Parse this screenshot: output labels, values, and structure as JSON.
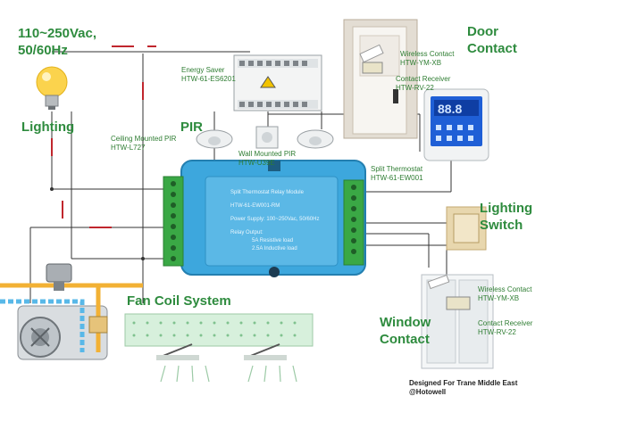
{
  "power": {
    "line1": "110~250Vac,",
    "line2": "50/60Hz"
  },
  "lighting": {
    "label": "Lighting"
  },
  "energy_saver": {
    "name": "Energy Saver",
    "model": "HTW-61-ES6201"
  },
  "pir": {
    "label": "PIR"
  },
  "ceiling_pir": {
    "name": "Ceiling Mounted PIR",
    "model": "HTW-L727"
  },
  "wall_pir": {
    "name": "Wall Mounted PIR",
    "model": "HTW-U39E"
  },
  "door": {
    "line1": "Door",
    "line2": "Contact"
  },
  "door_wireless": {
    "name": "Wireless Contact",
    "model": "HTW-YM-XB"
  },
  "door_receiver": {
    "name": "Contact Receiver",
    "model": "HTW-RV-22"
  },
  "thermostat": {
    "name": "Split Thermostat",
    "model": "HTW-61-EW001"
  },
  "relay_module": {
    "title": "Split Thermostat Relay Module",
    "model": "HTW-61-EW001-RM",
    "supply": "Power Supply: 100~250Vac, 50/60Hz",
    "output_title": "Relay Output:",
    "output_resistive": "5A Resistive load",
    "output_inductive": "2.5A Inductive load"
  },
  "lighting_switch": {
    "line1": "Lighting",
    "line2": "Switch"
  },
  "fan_coil": {
    "label": "Fan Coil System"
  },
  "window": {
    "line1": "Window",
    "line2": "Contact"
  },
  "window_wireless": {
    "name": "Wireless Contact",
    "model": "HTW-YM-XB"
  },
  "window_receiver": {
    "name": "Contact Receiver",
    "model": "HTW-RV-22"
  },
  "credit": {
    "line1": "Designed For Trane Middle East",
    "line2": "@Hotowell"
  },
  "colors": {
    "label_green": "#2e8b3e",
    "module_blue": "#3da7dd",
    "terminal_green": "#3aa845",
    "wire_red": "#c0262d",
    "pipe_orange": "#f2b134",
    "pipe_blue": "#58b8e8"
  }
}
